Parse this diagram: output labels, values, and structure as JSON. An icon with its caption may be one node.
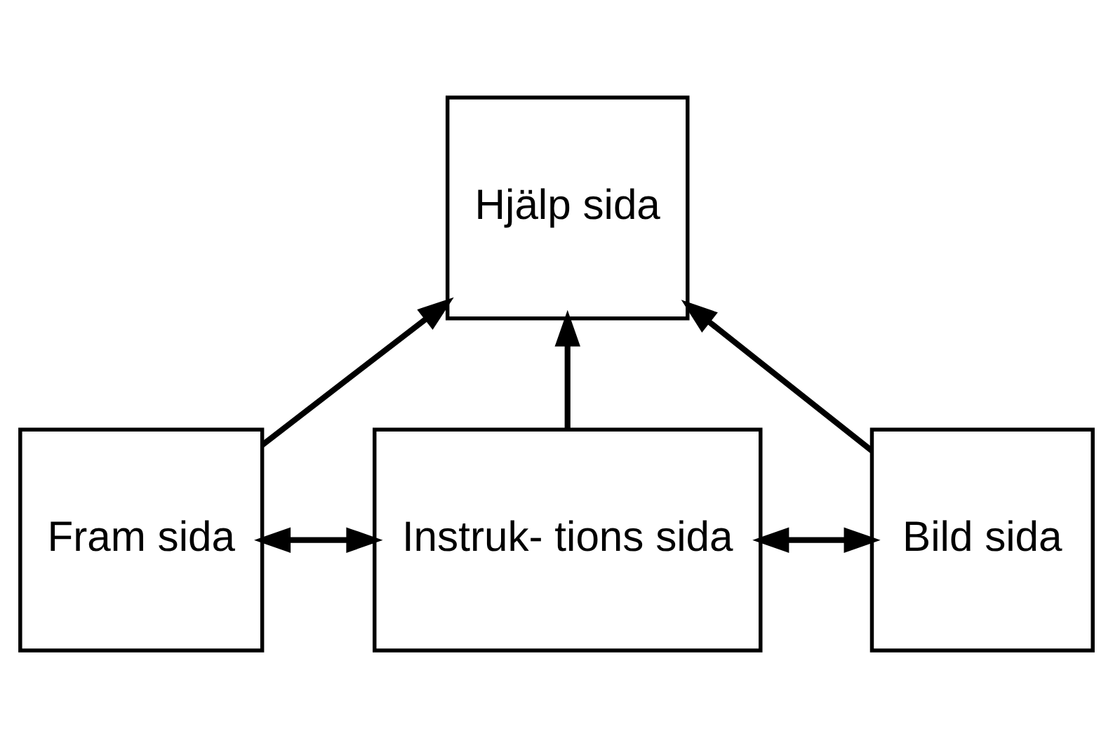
{
  "diagram": {
    "nodes": [
      {
        "text": [
          "Hjälp sida"
        ]
      },
      {
        "text": [
          "Fram sida"
        ]
      },
      {
        "text": [
          "Instruk- tions sida"
        ]
      },
      {
        "text": [
          "Bild sida"
        ]
      }
    ],
    "edges": [
      {
        "from": 1,
        "to": 0,
        "arrow": "to"
      },
      {
        "from": 2,
        "to": 0,
        "arrow": "to"
      },
      {
        "from": 3,
        "to": 0,
        "arrow": "to"
      },
      {
        "from": 1,
        "to": 2,
        "arrow": "both"
      },
      {
        "from": 2,
        "to": 3,
        "arrow": "both"
      }
    ]
  }
}
